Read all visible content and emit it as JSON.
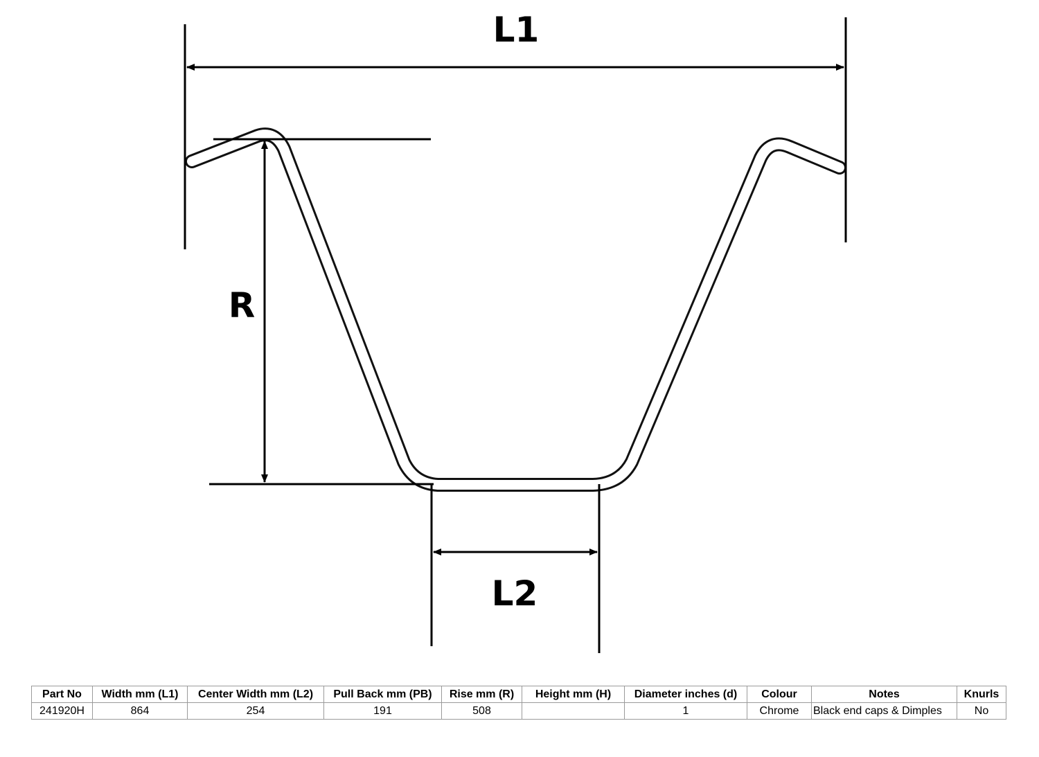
{
  "diagram": {
    "labels": {
      "width": "L1",
      "rise": "R",
      "center_width": "L2"
    },
    "line_color": "#000000"
  },
  "spec_table": {
    "headers": [
      "Part No",
      "Width mm (L1)",
      "Center Width mm (L2)",
      "Pull Back mm (PB)",
      "Rise mm (R)",
      "Height mm (H)",
      "Diameter inches (d)",
      "Colour",
      "Notes",
      "Knurls"
    ],
    "rows": [
      [
        "241920H",
        "864",
        "254",
        "191",
        "508",
        "",
        "1",
        "Chrome",
        "Black end caps & Dimples",
        "No"
      ]
    ]
  }
}
